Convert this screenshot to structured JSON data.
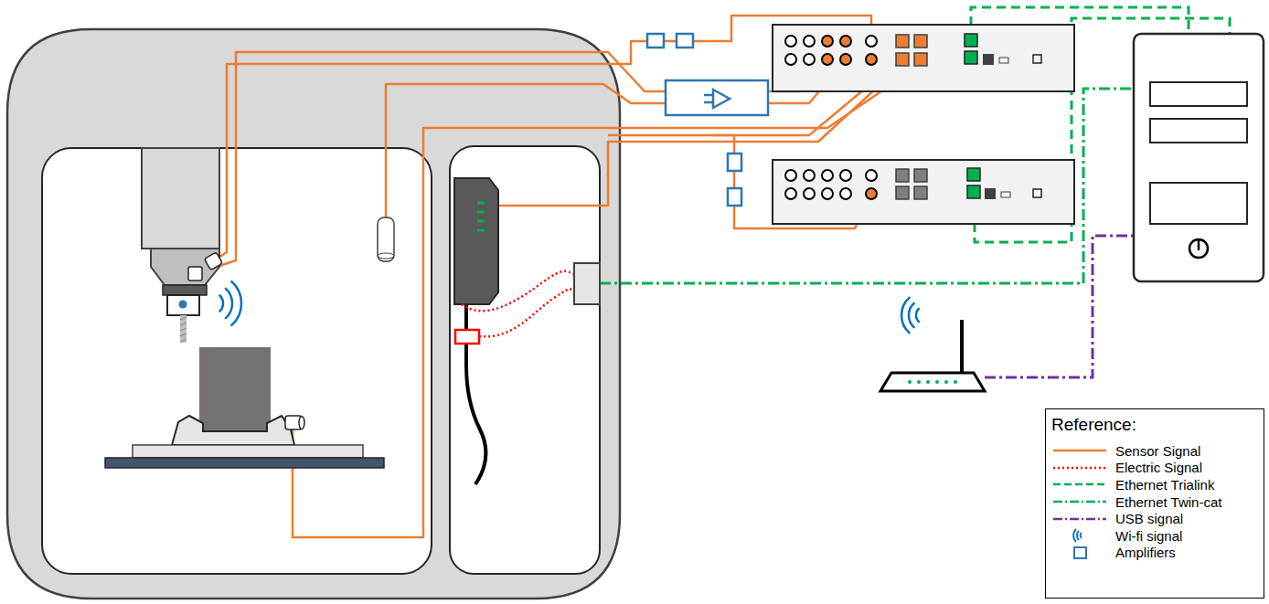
{
  "diagram": {
    "nodes": [
      {
        "text": [
          "Reference:"
        ]
      }
    ],
    "legend": [
      {
        "text": "Sensor Signal"
      },
      {
        "text": "Electric Signal"
      },
      {
        "text": "Ethernet Trialink"
      },
      {
        "text": "Ethernet Twin-cat"
      },
      {
        "text": "USB signal"
      },
      {
        "text": "Wi-fi signal"
      },
      {
        "text": "Amplifiers"
      }
    ]
  }
}
